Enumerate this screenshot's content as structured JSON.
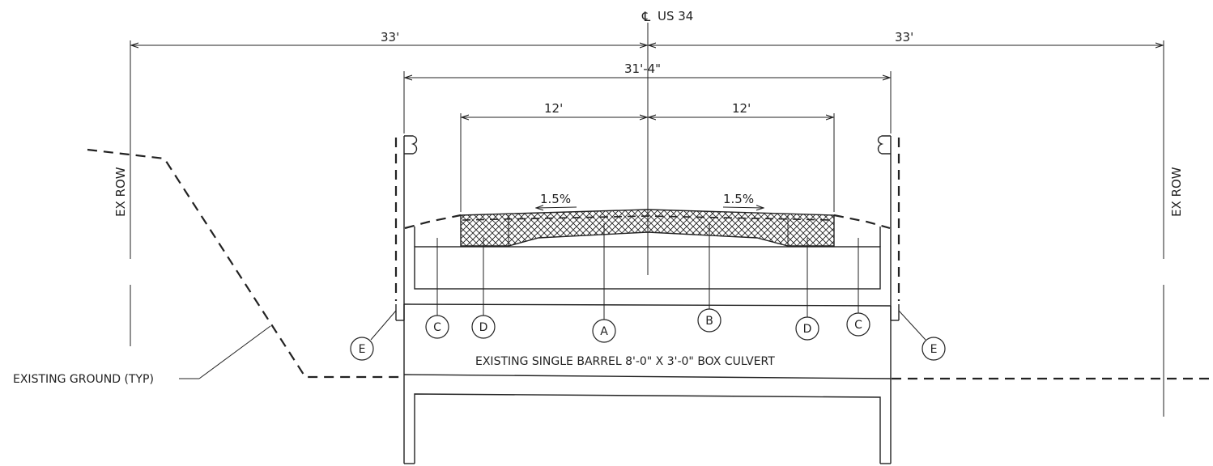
{
  "centerline": {
    "symbol": "℄",
    "label": "US 34"
  },
  "dimensions": {
    "row_left": "33'",
    "row_right": "33'",
    "overall_width": "31'-4\"",
    "lane_left": "12'",
    "lane_right": "12'"
  },
  "slopes": {
    "left": "1.5%",
    "right": "1.5%"
  },
  "row_labels": {
    "left": "EX ROW",
    "right": "EX ROW"
  },
  "ground_label": "EXISTING GROUND (TYP)",
  "culvert_label": "EXISTING SINGLE BARREL 8'-0\" X 3'-0\" BOX CULVERT",
  "callouts": {
    "a": "A",
    "b": "B",
    "c_left": "C",
    "c_right": "C",
    "d_left": "D",
    "d_right": "D",
    "e_left": "E",
    "e_right": "E"
  }
}
